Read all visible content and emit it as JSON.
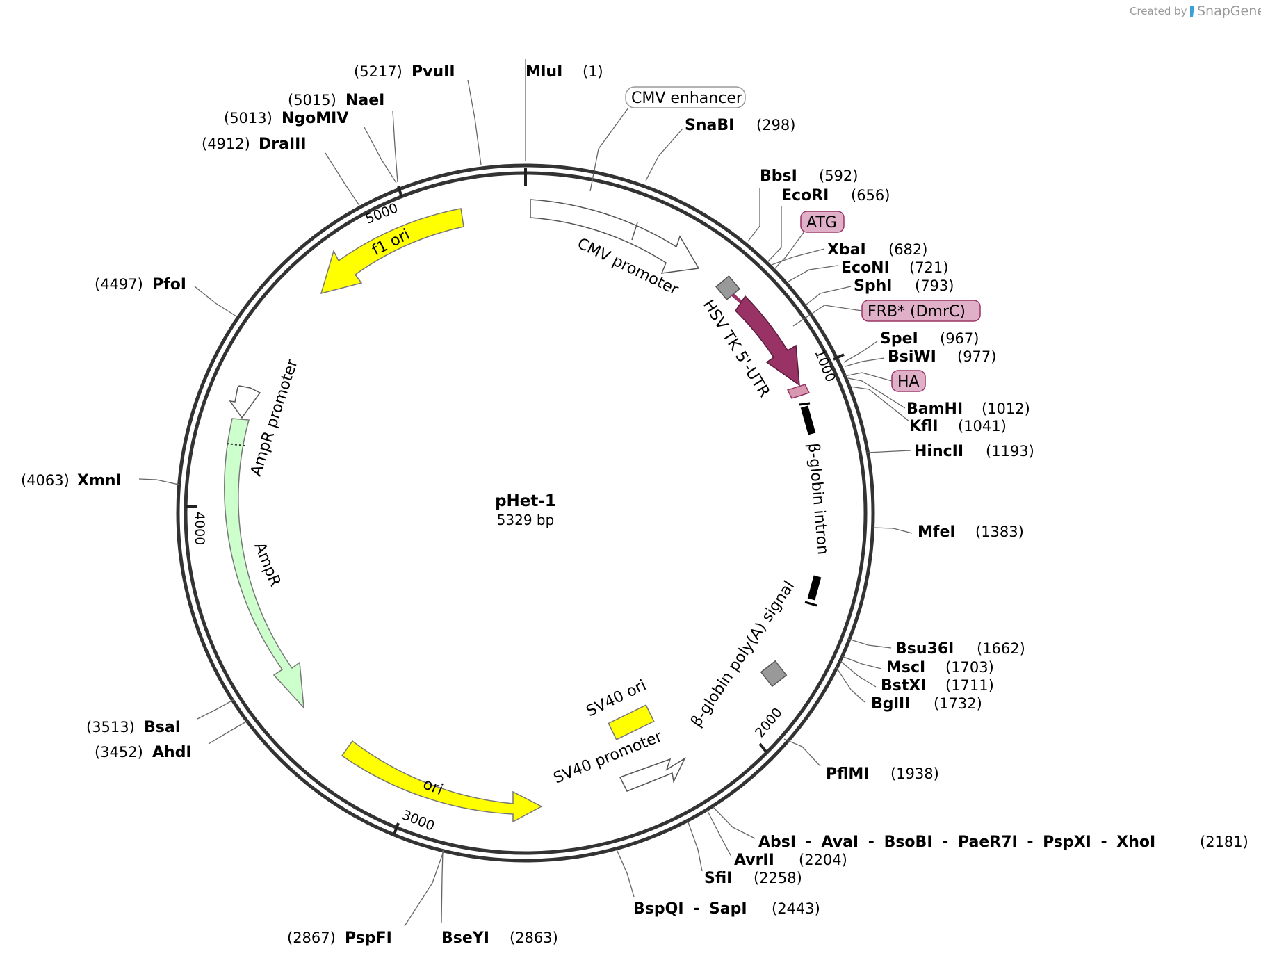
{
  "credit": {
    "prefix": "Created by",
    "brand": "SnapGene"
  },
  "plasmid": {
    "name": "pHet-1",
    "size": "5329 bp",
    "length": 5329
  },
  "ticks": [
    {
      "bp": 1000,
      "label": "1000"
    },
    {
      "bp": 2000,
      "label": "2000"
    },
    {
      "bp": 3000,
      "label": "3000"
    },
    {
      "bp": 4000,
      "label": "4000"
    },
    {
      "bp": 5000,
      "label": "5000"
    }
  ],
  "sites": [
    {
      "name": "MluI",
      "pos": "(1)"
    },
    {
      "name": "SnaBI",
      "pos": "(298)"
    },
    {
      "name": "BbsI",
      "pos": "(592)"
    },
    {
      "name": "EcoRI",
      "pos": "(656)"
    },
    {
      "name": "XbaI",
      "pos": "(682)"
    },
    {
      "name": "EcoNI",
      "pos": "(721)"
    },
    {
      "name": "SphI",
      "pos": "(793)"
    },
    {
      "name": "SpeI",
      "pos": "(967)"
    },
    {
      "name": "BsiWI",
      "pos": "(977)"
    },
    {
      "name": "BamHI",
      "pos": "(1012)"
    },
    {
      "name": "KflI",
      "pos": "(1041)"
    },
    {
      "name": "HincII",
      "pos": "(1193)"
    },
    {
      "name": "MfeI",
      "pos": "(1383)"
    },
    {
      "name": "Bsu36I",
      "pos": "(1662)"
    },
    {
      "name": "MscI",
      "pos": "(1703)"
    },
    {
      "name": "BstXI",
      "pos": "(1711)"
    },
    {
      "name": "BglII",
      "pos": "(1732)"
    },
    {
      "name": "PflMI",
      "pos": "(1938)"
    },
    {
      "name": "AbsI - AvaI - BsoBI - PaeR7I - PspXI - XhoI",
      "pos": "(2181)"
    },
    {
      "name": "AvrII",
      "pos": "(2204)"
    },
    {
      "name": "SfiI",
      "pos": "(2258)"
    },
    {
      "name": "BspQI - SapI",
      "pos": "(2443)"
    },
    {
      "name": "BseYI",
      "pos": "(2863)"
    },
    {
      "name": "PspFI",
      "pos": "(2867)"
    },
    {
      "name": "AhdI",
      "pos": "(3452)"
    },
    {
      "name": "BsaI",
      "pos": "(3513)"
    },
    {
      "name": "XmnI",
      "pos": "(4063)"
    },
    {
      "name": "PfoI",
      "pos": "(4497)"
    },
    {
      "name": "DraIII",
      "pos": "(4912)"
    },
    {
      "name": "NgoMIV",
      "pos": "(5013)"
    },
    {
      "name": "NaeI",
      "pos": "(5015)"
    },
    {
      "name": "PvuII",
      "pos": "(5217)"
    }
  ],
  "features": [
    {
      "name": "CMV enhancer",
      "color": "#ffffff"
    },
    {
      "name": "CMV promoter",
      "color": "#ffffff"
    },
    {
      "name": "ATG",
      "color": "#e0b0c8"
    },
    {
      "name": "HSV TK 5'-UTR",
      "color": "#999999"
    },
    {
      "name": "FRB* (DmrC)",
      "color": "#993366"
    },
    {
      "name": "HA",
      "color": "#e0b0c8"
    },
    {
      "name": "β-globin intron",
      "color": "#000000"
    },
    {
      "name": "β-globin poly(A) signal",
      "color": "#999999"
    },
    {
      "name": "SV40 promoter",
      "color": "#ffffff"
    },
    {
      "name": "SV40 ori",
      "color": "#ffff00"
    },
    {
      "name": "ori",
      "color": "#ffff00"
    },
    {
      "name": "AmpR",
      "color": "#ccffcc"
    },
    {
      "name": "AmpR promoter",
      "color": "#ffffff"
    },
    {
      "name": "f1 ori",
      "color": "#ffff00"
    }
  ]
}
